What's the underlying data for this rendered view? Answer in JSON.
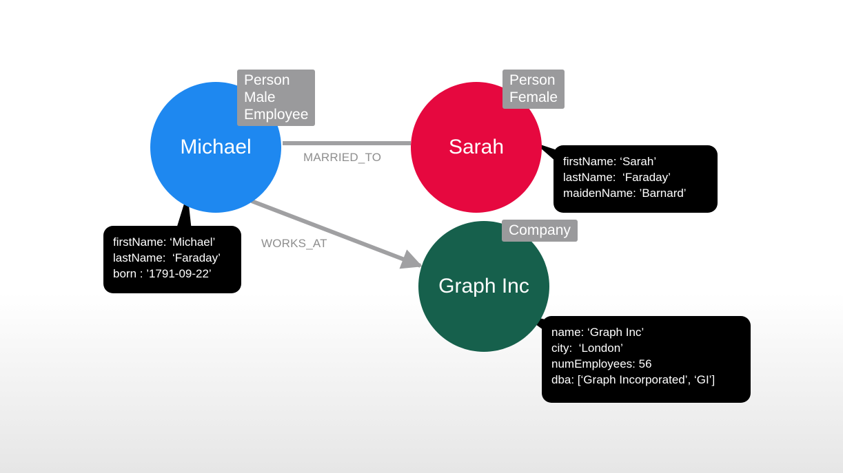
{
  "colors": {
    "michael": "#1e88f0",
    "sarah": "#e6083f",
    "graph_inc": "#16604c",
    "edge": "#a0a0a2",
    "label_bg": "#9a9a9c",
    "prop_bg": "#000000"
  },
  "nodes": {
    "michael": {
      "name": "Michael",
      "labels": [
        "Person",
        "Male",
        "Employee"
      ],
      "properties": [
        "firstName: ‘Michael’",
        "lastName:  ‘Faraday’",
        "born : ’1791-09-22’"
      ]
    },
    "sarah": {
      "name": "Sarah",
      "labels": [
        "Person",
        "Female"
      ],
      "properties": [
        "firstName: ‘Sarah’",
        "lastName:  ‘Faraday’",
        "maidenName: ’Barnard’"
      ]
    },
    "graph_inc": {
      "name": "Graph Inc",
      "labels": [
        "Company"
      ],
      "properties": [
        "name: ‘Graph Inc’",
        "city:  ‘London’",
        "numEmployees: 56",
        "dba: [‘Graph Incorporated’, ‘GI’]"
      ]
    }
  },
  "relationships": {
    "married_to": "MARRIED_TO",
    "works_at": "WORKS_AT"
  }
}
